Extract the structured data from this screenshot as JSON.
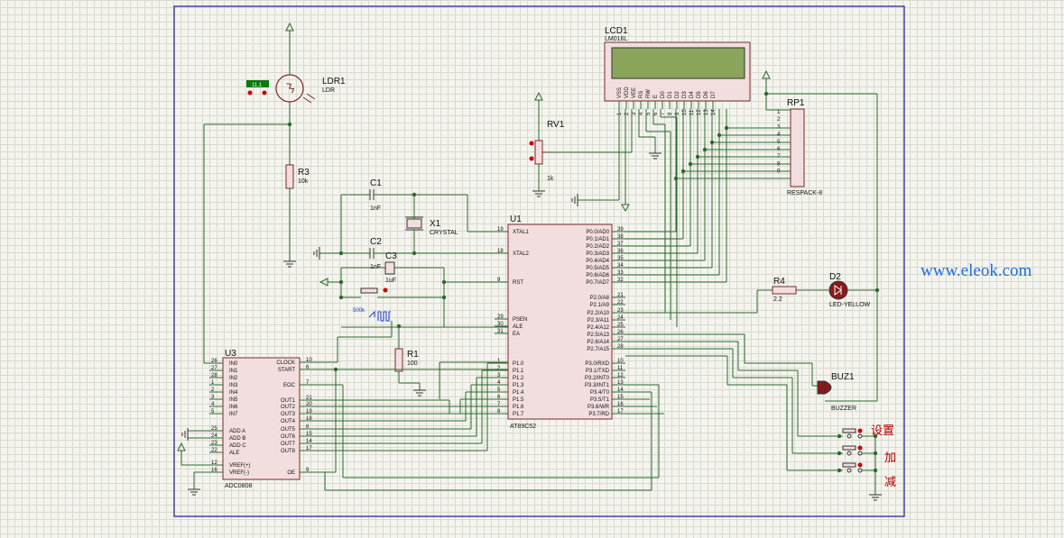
{
  "schematic": {
    "watermark": "www.eleok.com",
    "lcd": {
      "ref": "LCD1",
      "part": "LM016L",
      "pins": [
        "VSS",
        "VDD",
        "VEE",
        "RS",
        "RW",
        "E",
        "D0",
        "D1",
        "D2",
        "D3",
        "D4",
        "D5",
        "D6",
        "D7"
      ],
      "pin_nums": [
        "1",
        "2",
        "3",
        "4",
        "5",
        "6",
        "7",
        "8",
        "9",
        "10",
        "11",
        "12",
        "13",
        "14"
      ]
    },
    "rp1": {
      "ref": "RP1",
      "part": "RESPACK-8",
      "pins": [
        "1",
        "2",
        "3",
        "4",
        "5",
        "6",
        "7",
        "8",
        "9"
      ]
    },
    "ldr": {
      "ref": "LDR1",
      "part": "LDR",
      "meter": "11.1"
    },
    "r3": {
      "ref": "R3",
      "value": "10k"
    },
    "rv1": {
      "ref": "RV1",
      "value": "1k"
    },
    "c1": {
      "ref": "C1",
      "value": "1nF"
    },
    "c2": {
      "ref": "C2",
      "value": "1nF"
    },
    "c3": {
      "ref": "C3",
      "value": "1uF"
    },
    "x1": {
      "ref": "X1",
      "part": "CRYSTAL"
    },
    "r1": {
      "ref": "R1",
      "value": "100"
    },
    "r4": {
      "ref": "R4",
      "value": "2.2"
    },
    "d2": {
      "ref": "D2",
      "part": "LED-YELLOW"
    },
    "buz1": {
      "ref": "BUZ1",
      "part": "BUZZER"
    },
    "clock_src": "500k",
    "u1": {
      "ref": "U1",
      "part": "AT89C52",
      "left_pins": [
        {
          "num": "19",
          "name": "XTAL1"
        },
        {
          "num": "18",
          "name": "XTAL2"
        },
        {
          "num": "9",
          "name": "RST"
        },
        {
          "num": "29",
          "name": "PSEN"
        },
        {
          "num": "30",
          "name": "ALE"
        },
        {
          "num": "31",
          "name": "EA"
        },
        {
          "num": "1",
          "name": "P1.0"
        },
        {
          "num": "2",
          "name": "P1.1"
        },
        {
          "num": "3",
          "name": "P1.2"
        },
        {
          "num": "4",
          "name": "P1.3"
        },
        {
          "num": "5",
          "name": "P1.4"
        },
        {
          "num": "6",
          "name": "P1.5"
        },
        {
          "num": "7",
          "name": "P1.6"
        },
        {
          "num": "8",
          "name": "P1.7"
        }
      ],
      "right_pins": [
        {
          "num": "39",
          "name": "P0.0/AD0"
        },
        {
          "num": "38",
          "name": "P0.1/AD1"
        },
        {
          "num": "37",
          "name": "P0.2/AD2"
        },
        {
          "num": "36",
          "name": "P0.3/AD3"
        },
        {
          "num": "35",
          "name": "P0.4/AD4"
        },
        {
          "num": "34",
          "name": "P0.5/AD5"
        },
        {
          "num": "33",
          "name": "P0.6/AD6"
        },
        {
          "num": "32",
          "name": "P0.7/AD7"
        },
        {
          "num": "21",
          "name": "P2.0/A8"
        },
        {
          "num": "22",
          "name": "P2.1/A9"
        },
        {
          "num": "23",
          "name": "P2.2/A10"
        },
        {
          "num": "24",
          "name": "P2.3/A11"
        },
        {
          "num": "25",
          "name": "P2.4/A12"
        },
        {
          "num": "26",
          "name": "P2.5/A13"
        },
        {
          "num": "27",
          "name": "P2.6/A14"
        },
        {
          "num": "28",
          "name": "P2.7/A15"
        },
        {
          "num": "10",
          "name": "P3.0/RXD"
        },
        {
          "num": "11",
          "name": "P3.1/TXD"
        },
        {
          "num": "12",
          "name": "P3.2/INT0"
        },
        {
          "num": "13",
          "name": "P3.3/INT1"
        },
        {
          "num": "14",
          "name": "P3.4/T0"
        },
        {
          "num": "15",
          "name": "P3.5/T1"
        },
        {
          "num": "16",
          "name": "P3.6/WR"
        },
        {
          "num": "17",
          "name": "P3.7/RD"
        }
      ]
    },
    "u3": {
      "ref": "U3",
      "part": "ADC0808",
      "left_pins": [
        {
          "num": "26",
          "name": "IN0"
        },
        {
          "num": "27",
          "name": "IN1"
        },
        {
          "num": "28",
          "name": "IN2"
        },
        {
          "num": "1",
          "name": "IN3"
        },
        {
          "num": "2",
          "name": "IN4"
        },
        {
          "num": "3",
          "name": "IN5"
        },
        {
          "num": "4",
          "name": "IN6"
        },
        {
          "num": "5",
          "name": "IN7"
        },
        {
          "num": "25",
          "name": "ADD A"
        },
        {
          "num": "24",
          "name": "ADD B"
        },
        {
          "num": "23",
          "name": "ADD C"
        },
        {
          "num": "22",
          "name": "ALE"
        },
        {
          "num": "12",
          "name": "VREF(+)"
        },
        {
          "num": "16",
          "name": "VREF(-)"
        }
      ],
      "right_pins": [
        {
          "num": "10",
          "name": "CLOCK"
        },
        {
          "num": "6",
          "name": "START"
        },
        {
          "num": "7",
          "name": "EOC"
        },
        {
          "num": "21",
          "name": "OUT1"
        },
        {
          "num": "20",
          "name": "OUT2"
        },
        {
          "num": "19",
          "name": "OUT3"
        },
        {
          "num": "18",
          "name": "OUT4"
        },
        {
          "num": "8",
          "name": "OUT5"
        },
        {
          "num": "15",
          "name": "OUT6"
        },
        {
          "num": "14",
          "name": "OUT7"
        },
        {
          "num": "17",
          "name": "OUT8"
        },
        {
          "num": "9",
          "name": "OE"
        }
      ]
    },
    "buttons": [
      "设置",
      "加",
      "减"
    ]
  }
}
